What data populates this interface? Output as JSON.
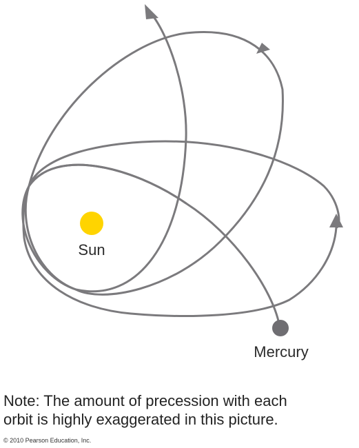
{
  "diagram": {
    "sun": {
      "label": "Sun",
      "color": "#FFD400"
    },
    "planet": {
      "label": "Mercury",
      "color": "#6F6E72"
    },
    "orbit_color": "#7B7A7D"
  },
  "note": {
    "line1": "Note: The amount of precession with each",
    "line2": "orbit is highly exaggerated in this picture."
  },
  "copyright": "© 2010 Pearson Education, Inc."
}
